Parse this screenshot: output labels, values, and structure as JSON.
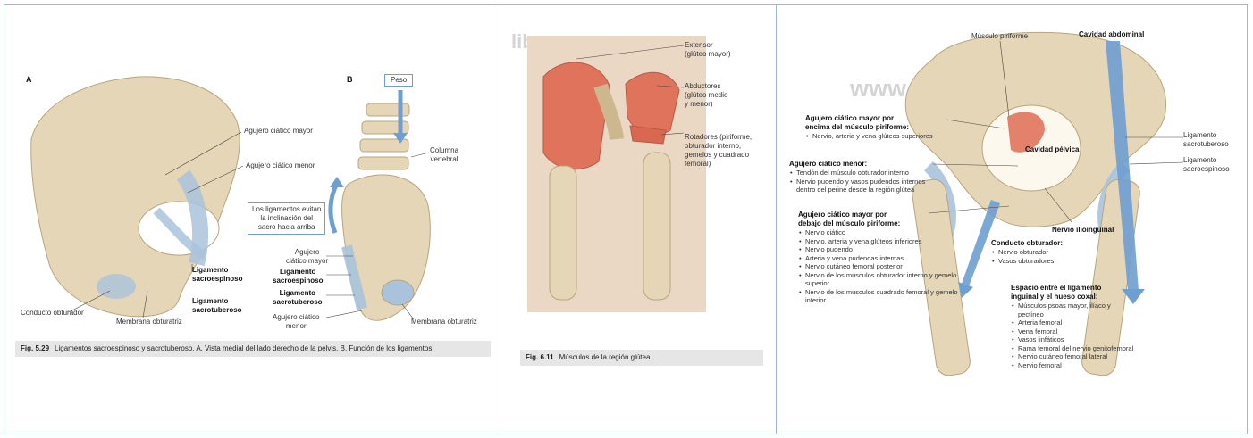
{
  "panel1": {
    "letter_a": "A",
    "letter_b": "B",
    "peso": "Peso",
    "labels": {
      "agujero_mayor": "Agujero ciático mayor",
      "agujero_menor": "Agujero ciático menor",
      "lig_sacroespinoso": "Ligamento\nsacroespinoso",
      "lig_sacrotuberoso": "Ligamento\nsacrotuberoso",
      "conducto": "Conducto obturador",
      "membrana": "Membrana obturatriz",
      "columna": "Columna\nvertebral",
      "box_text": "Los ligamentos evitan\nla inclinación del\nsacro hacia arriba",
      "b_agujero_mayor": "Agujero\nciático mayor",
      "b_sacroespinoso": "Ligamento\nsacroespinoso",
      "b_sacrotuberoso": "Ligamento\nsacrotuberoso",
      "b_agujero_menor": "Agujero ciático\nmenor",
      "b_membrana": "Membrana obturatriz"
    },
    "caption_num": "Fig. 5.29",
    "caption_text": "Ligamentos sacroespinoso y sacrotuberoso. A. Vista medial del lado derecho de la pelvis. B. Función de los ligamentos."
  },
  "panel2": {
    "watermark": "libros.com",
    "extensor": "Extensor\n(glúteo mayor)",
    "abductores": "Abductores\n(glúteo medio\ny menor)",
    "rotadores": "Rotadores (piriforme,\nobturador interno,\ngemelos y cuadrado\nfemoral)",
    "caption_num": "Fig. 6.11",
    "caption_text": "Músculos de la región glútea."
  },
  "panel3": {
    "watermark": "www.medilibros.com",
    "musculo_piriforme": "Músculo piriforme",
    "cavidad_abdominal": "Cavidad abdominal",
    "cavidad_pelvica": "Cavidad pélvica",
    "lig_sacrotuberoso": "Ligamento\nsacrotuberoso",
    "lig_sacroespinoso": "Ligamento\nsacroespinoso",
    "nervio_ilioinguinal": "Nervio ilioinguinal",
    "g1_title": "Agujero ciático mayor por\nencima del músculo piriforme:",
    "g1_items": [
      "Nervio, arteria y vena glúteos superiores"
    ],
    "g2_title": "Agujero ciático menor:",
    "g2_items": [
      "Tendón del músculo obturador interno",
      "Nervio pudendo y vasos pudendos internos dentro del periné desde la región glútea"
    ],
    "g3_title": "Agujero ciático mayor por\ndebajo del músculo piriforme:",
    "g3_items": [
      "Nervio ciático",
      "Nervio, arteria y vena glúteos inferiores",
      "Nervio pudendo",
      "Arteria y vena pudendas internas",
      "Nervio cutáneo femoral posterior",
      "Nervio de los músculos obturador interno y gemelo superior",
      "Nervio de los músculos cuadrado femoral y gemelo inferior"
    ],
    "g4_title": "Conducto obturador:",
    "g4_items": [
      "Nervio obturador",
      "Vasos obturadores"
    ],
    "g5_title": "Espacio entre el ligamento\ninguinal y el hueso coxal:",
    "g5_items": [
      "Músculos psoas mayor, ilíaco y pectíneo",
      "Arteria femoral",
      "Vena femoral",
      "Vasos linfáticos",
      "Rama femoral del nervio genitofemoral",
      "Nervio cutáneo femoral lateral",
      "Nervio femoral"
    ]
  },
  "colors": {
    "bone": "#e4d6b6",
    "bone_dark": "#b9a57e",
    "ligament": "#a9c3dc",
    "muscle": "#e0735c",
    "arrow": "#6e9fd2",
    "border": "#9db5d6"
  }
}
